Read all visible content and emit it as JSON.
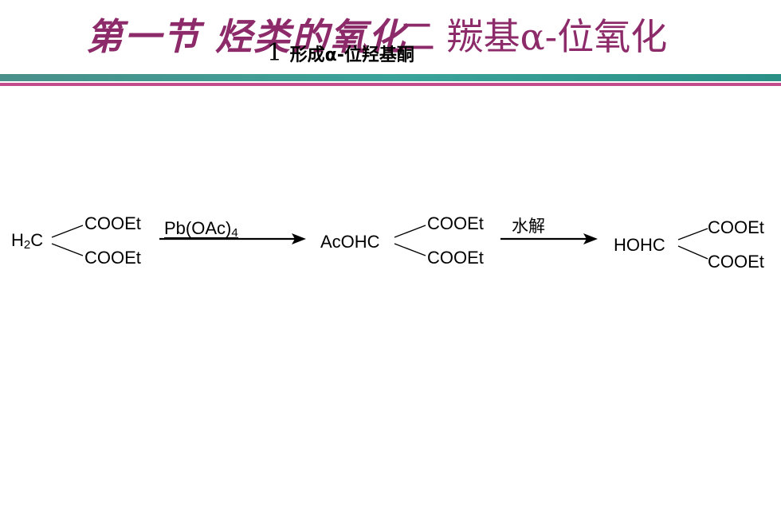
{
  "header": {
    "title_part1": "第一节 烃类的氧化",
    "title_part2": "二 羰基α-位氧化",
    "subtitle_num": "1",
    "subtitle_text": "形成α-位羟基酮"
  },
  "reaction": {
    "reactant": {
      "prefix": "H",
      "sub": "2",
      "suffix": "C",
      "ester_top": "COOEt",
      "ester_bottom": "COOEt"
    },
    "step1_reagent": {
      "text": "Pb(OAc)",
      "sub": "4"
    },
    "intermediate": {
      "label": "AcOHC",
      "ester_top": "COOEt",
      "ester_bottom": "COOEt"
    },
    "step2_reagent": "水解",
    "product": {
      "label": "HOHC",
      "ester_top": "COOEt",
      "ester_bottom": "COOEt"
    }
  },
  "colors": {
    "title": "#8d2b6a",
    "rule_teal": "#3aa39a",
    "rule_pink": "#c24b8e"
  }
}
